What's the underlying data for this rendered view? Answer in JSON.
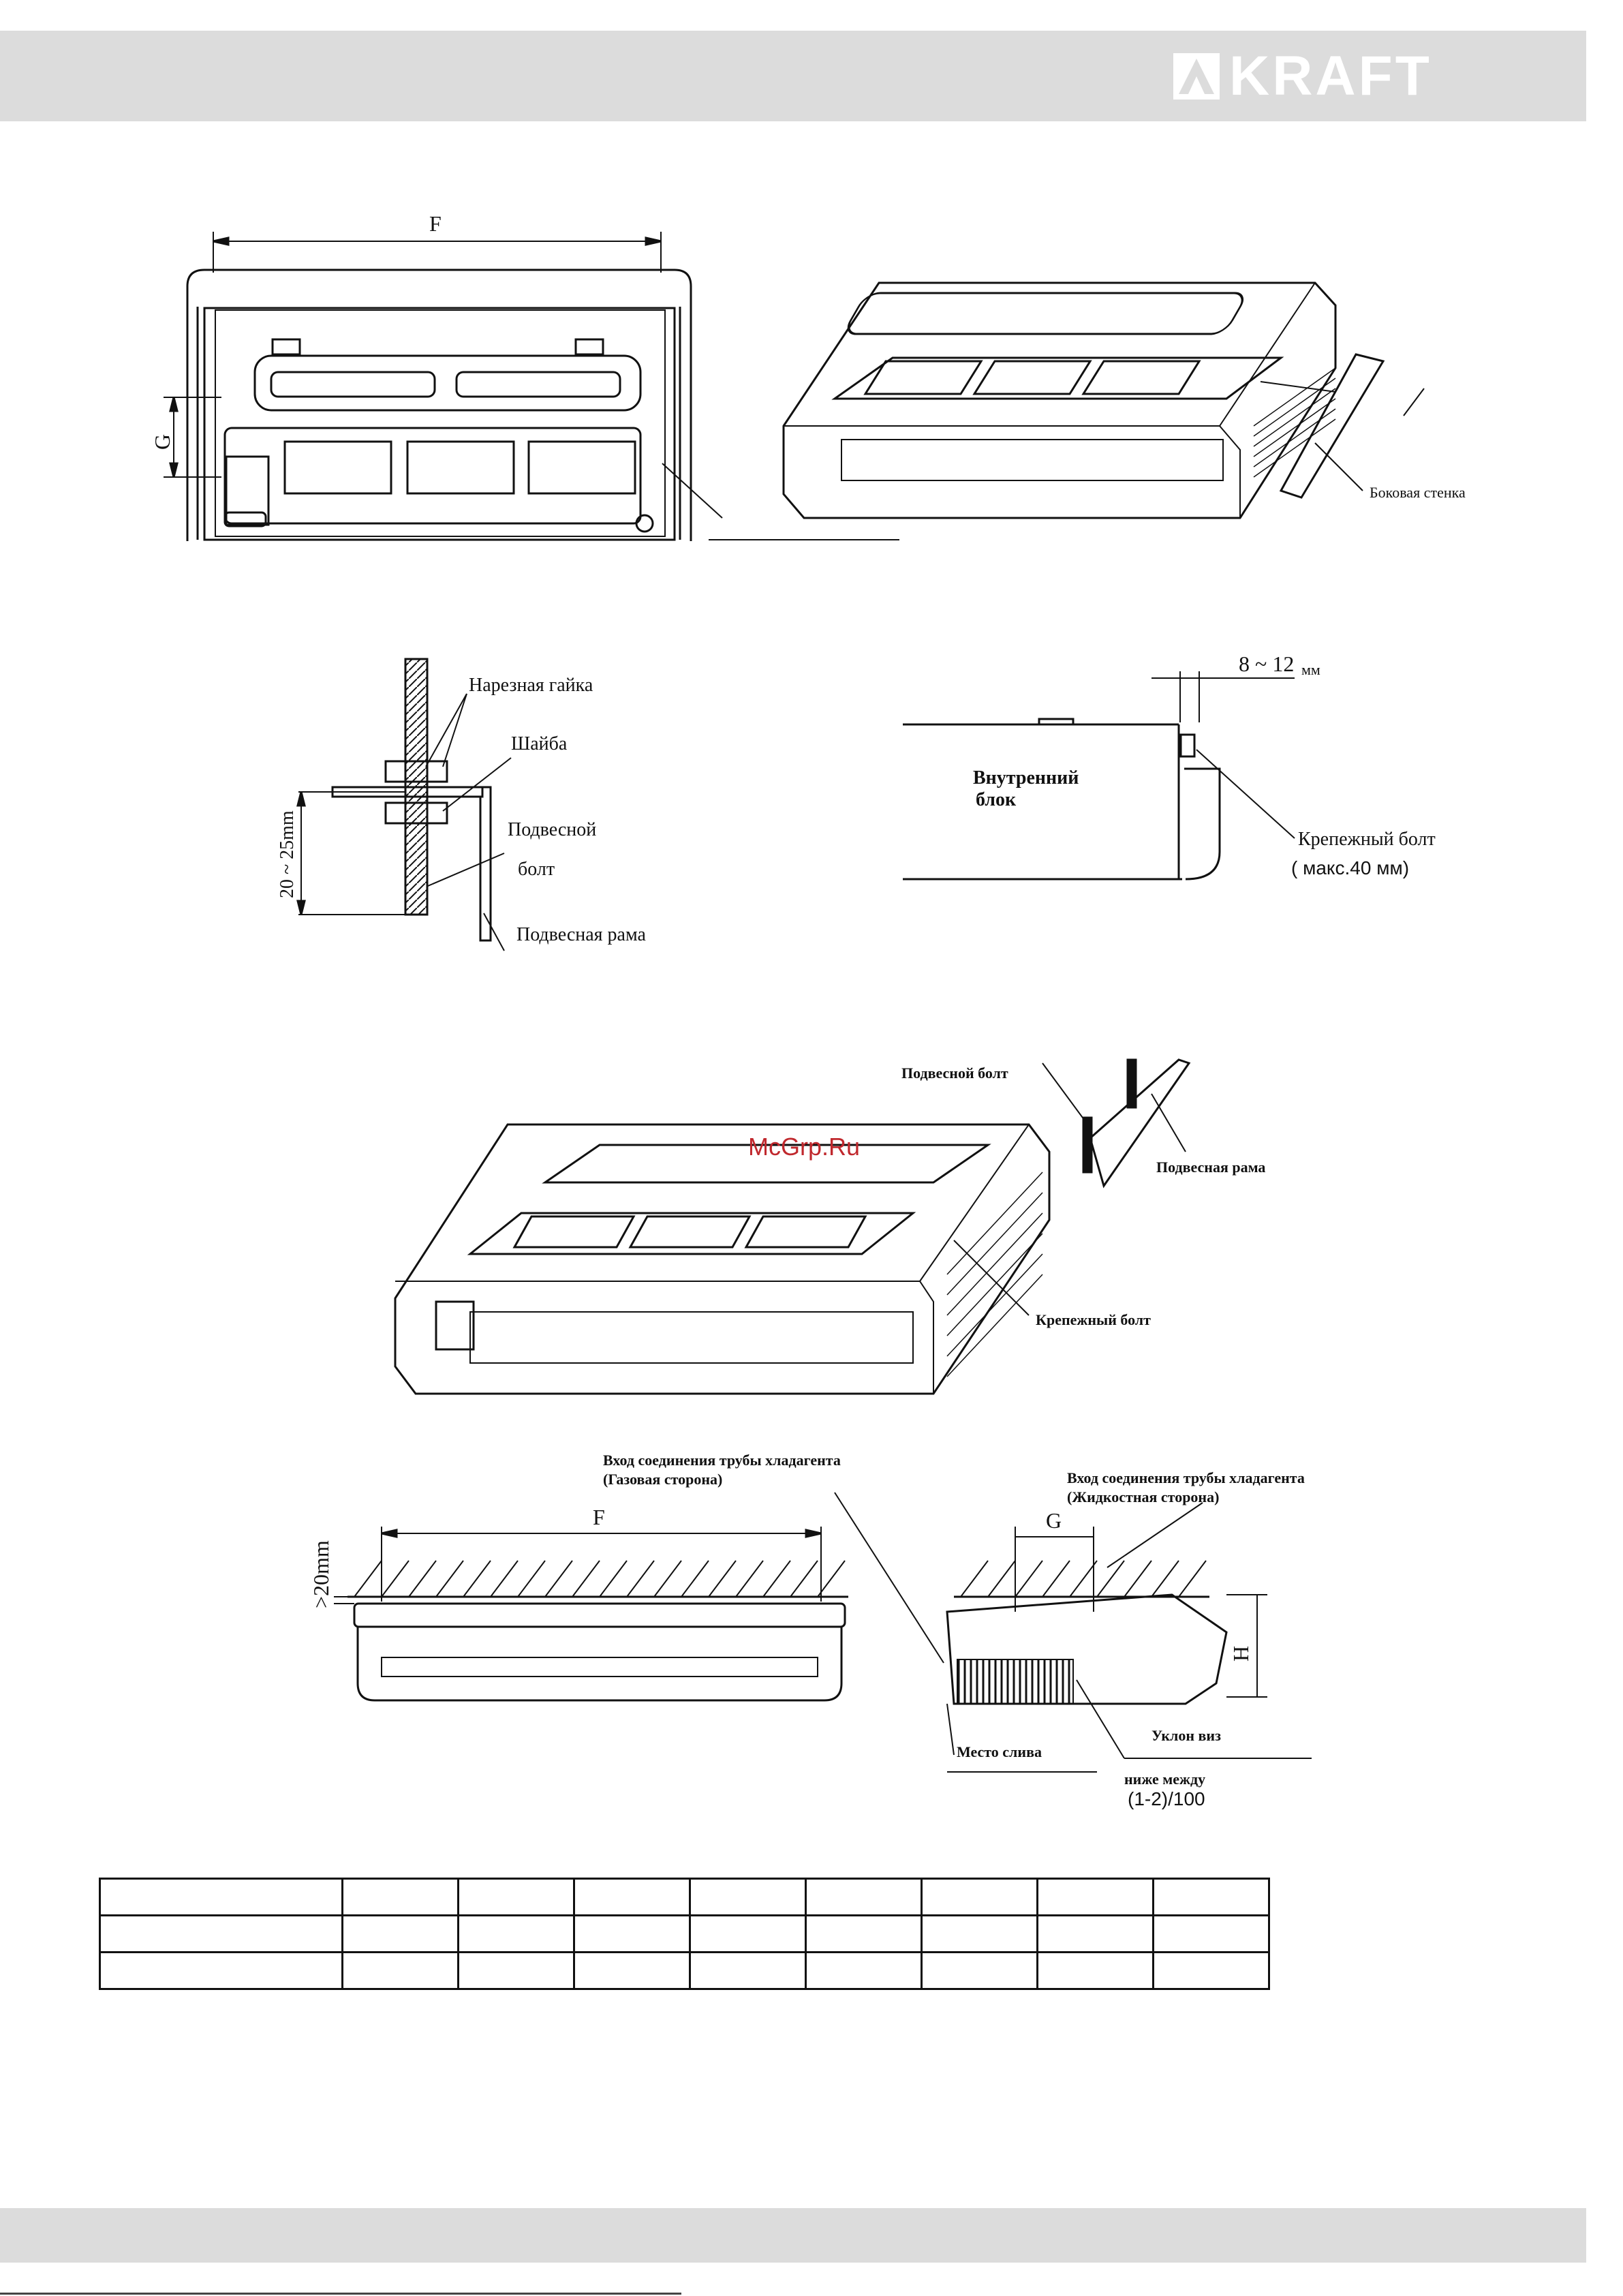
{
  "header": {
    "brand": "KRAFT"
  },
  "watermark": "McGrp.Ru",
  "figure1": {
    "dim_f": "F",
    "dim_g": "G",
    "side_wall_label": "Боковая стенка"
  },
  "figure2": {
    "nut_label": "Нарезная гайка",
    "washer_label": "Шайба",
    "bolt_label_line1": "Подвесной",
    "bolt_label_line2": "болт",
    "frame_label": "Подвесная рама",
    "dim_range": "20 ~ 25mm"
  },
  "figure3": {
    "gap_dim": "8 ~ 12",
    "gap_unit": "мм",
    "unit_line1": "Внутренний",
    "unit_line2": "блок",
    "fix_bolt_label": "Крепежный болт",
    "fix_bolt_note": "( макс.40 мм)"
  },
  "figure4": {
    "hanger_bolt_label": "Подвесной болт",
    "hanger_frame_label": "Подвесная рама",
    "fix_bolt_label": "Крепежный болт"
  },
  "figure5": {
    "clearance": ">20mm",
    "dim_f": "F",
    "dim_g": "G",
    "dim_h": "H",
    "gas_inlet_line1": "Вход соединения трубы хладагента",
    "gas_inlet_line2": "(Газовая сторона)",
    "liquid_inlet_line1": "Вход соединения трубы хладагента",
    "liquid_inlet_line2": "(Жидкостная сторона)",
    "drain_label": "Место слива",
    "slope_label": "Уклон виз",
    "slope_line2": "ниже между",
    "slope_ratio": "(1-2)/100"
  },
  "table": {
    "rows": [
      [
        "",
        "",
        "",
        "",
        "",
        "",
        "",
        "",
        ""
      ],
      [
        "",
        "",
        "",
        "",
        "",
        "",
        "",
        "",
        ""
      ],
      [
        "",
        "",
        "",
        "",
        "",
        "",
        "",
        "",
        ""
      ]
    ]
  }
}
